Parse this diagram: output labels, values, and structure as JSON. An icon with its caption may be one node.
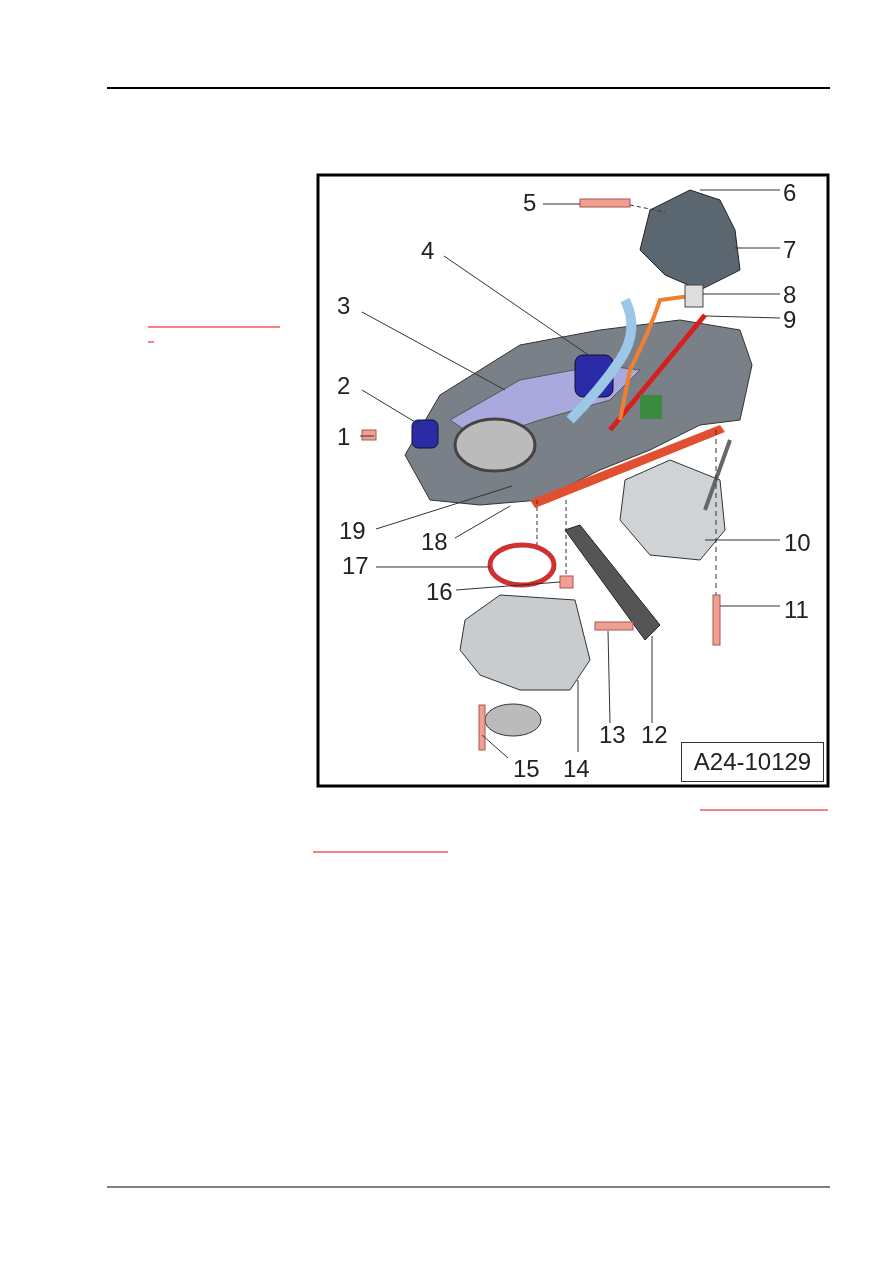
{
  "diagram": {
    "nodes": [
      {
        "text": [
          "1"
        ]
      },
      {
        "text": [
          "2"
        ]
      },
      {
        "text": [
          "3"
        ]
      },
      {
        "text": [
          "4"
        ]
      },
      {
        "text": [
          "5"
        ]
      },
      {
        "text": [
          "6"
        ]
      },
      {
        "text": [
          "7"
        ]
      },
      {
        "text": [
          "8"
        ]
      },
      {
        "text": [
          "9"
        ]
      },
      {
        "text": [
          "10"
        ]
      },
      {
        "text": [
          "11"
        ]
      },
      {
        "text": [
          "12"
        ]
      },
      {
        "text": [
          "13"
        ]
      },
      {
        "text": [
          "14"
        ]
      },
      {
        "text": [
          "15"
        ]
      },
      {
        "text": [
          "16"
        ]
      },
      {
        "text": [
          "17"
        ]
      },
      {
        "text": [
          "18"
        ]
      },
      {
        "text": [
          "19"
        ]
      }
    ],
    "edges": [
      {
        "from": 0,
        "to": null,
        "arrow": "none"
      },
      {
        "from": 1,
        "to": null,
        "arrow": "none"
      },
      {
        "from": 2,
        "to": null,
        "arrow": "none"
      },
      {
        "from": 3,
        "to": null,
        "arrow": "none"
      },
      {
        "from": 4,
        "to": null,
        "arrow": "none"
      },
      {
        "from": 5,
        "to": null,
        "arrow": "none"
      },
      {
        "from": 6,
        "to": null,
        "arrow": "none"
      },
      {
        "from": 7,
        "to": null,
        "arrow": "none"
      },
      {
        "from": 8,
        "to": null,
        "arrow": "none"
      },
      {
        "from": 9,
        "to": null,
        "arrow": "none"
      },
      {
        "from": 10,
        "to": null,
        "arrow": "none"
      },
      {
        "from": 11,
        "to": null,
        "arrow": "none"
      },
      {
        "from": 12,
        "to": null,
        "arrow": "none"
      },
      {
        "from": 13,
        "to": null,
        "arrow": "none"
      },
      {
        "from": 14,
        "to": null,
        "arrow": "none"
      },
      {
        "from": 15,
        "to": null,
        "arrow": "none"
      },
      {
        "from": 16,
        "to": null,
        "arrow": "none"
      },
      {
        "from": 17,
        "to": null,
        "arrow": "none"
      },
      {
        "from": 18,
        "to": null,
        "arrow": "none"
      }
    ],
    "labels": [
      "A24-10129"
    ]
  }
}
